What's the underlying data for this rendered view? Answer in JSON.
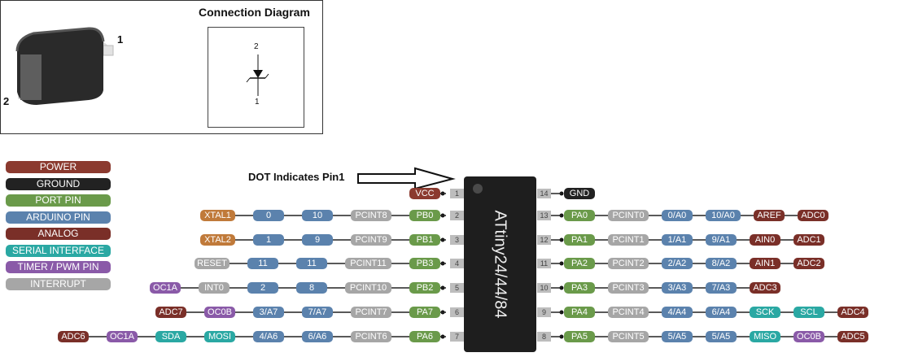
{
  "connection_diagram": {
    "title": "Connection Diagram",
    "package_pin_1": "1",
    "package_pin_2": "2",
    "symbol_pin_top": "2",
    "symbol_pin_bottom": "1"
  },
  "legend": [
    {
      "label": "POWER",
      "color": "#8b3a2f"
    },
    {
      "label": "GROUND",
      "color": "#222222"
    },
    {
      "label": "PORT PIN",
      "color": "#6a9a4a"
    },
    {
      "label": "ARDUINO PIN",
      "color": "#5b82ad"
    },
    {
      "label": "ANALOG",
      "color": "#7a2f28"
    },
    {
      "label": "SERIAL INTERFACE",
      "color": "#2aa8a3"
    },
    {
      "label": "TIMER / PWM PIN",
      "color": "#8a5aa8"
    },
    {
      "label": "INTERRUPT",
      "color": "#a6a6a6"
    }
  ],
  "note": "DOT Indicates Pin1",
  "chip": {
    "name": "ATtiny24/44/84"
  },
  "left_pins": [
    {
      "num": "1",
      "labels": [
        {
          "text": "VCC",
          "kind": "power"
        }
      ]
    },
    {
      "num": "2",
      "labels": [
        {
          "text": "PB0",
          "kind": "port"
        },
        {
          "text": "PCINT8",
          "kind": "interrupt"
        },
        {
          "text": "10",
          "kind": "arduino"
        },
        {
          "text": "0",
          "kind": "arduino"
        },
        {
          "text": "XTAL1",
          "kind": "xtal"
        }
      ]
    },
    {
      "num": "3",
      "labels": [
        {
          "text": "PB1",
          "kind": "port"
        },
        {
          "text": "PCINT9",
          "kind": "interrupt"
        },
        {
          "text": "9",
          "kind": "arduino"
        },
        {
          "text": "1",
          "kind": "arduino"
        },
        {
          "text": "XTAL2",
          "kind": "xtal"
        }
      ]
    },
    {
      "num": "4",
      "labels": [
        {
          "text": "PB3",
          "kind": "port"
        },
        {
          "text": "PCINT11",
          "kind": "interrupt"
        },
        {
          "text": "11",
          "kind": "arduino"
        },
        {
          "text": "11",
          "kind": "arduino"
        },
        {
          "text": "RESET",
          "kind": "interrupt"
        }
      ]
    },
    {
      "num": "5",
      "labels": [
        {
          "text": "PB2",
          "kind": "port"
        },
        {
          "text": "PCINT10",
          "kind": "interrupt"
        },
        {
          "text": "8",
          "kind": "arduino"
        },
        {
          "text": "2",
          "kind": "arduino"
        },
        {
          "text": "INT0",
          "kind": "interrupt"
        },
        {
          "text": "OC1A",
          "kind": "timer"
        }
      ]
    },
    {
      "num": "6",
      "labels": [
        {
          "text": "PA7",
          "kind": "port"
        },
        {
          "text": "PCINT7",
          "kind": "interrupt"
        },
        {
          "text": "7/A7",
          "kind": "arduino"
        },
        {
          "text": "3/A7",
          "kind": "arduino"
        },
        {
          "text": "OC0B",
          "kind": "timer"
        },
        {
          "text": "ADC7",
          "kind": "analog"
        }
      ]
    },
    {
      "num": "7",
      "labels": [
        {
          "text": "PA6",
          "kind": "port"
        },
        {
          "text": "PCINT6",
          "kind": "interrupt"
        },
        {
          "text": "6/A6",
          "kind": "arduino"
        },
        {
          "text": "4/A6",
          "kind": "arduino"
        },
        {
          "text": "MOSI",
          "kind": "serial"
        },
        {
          "text": "SDA",
          "kind": "serial"
        },
        {
          "text": "OC1A",
          "kind": "timer"
        },
        {
          "text": "ADC6",
          "kind": "analog"
        }
      ]
    }
  ],
  "right_pins": [
    {
      "num": "14",
      "labels": [
        {
          "text": "GND",
          "kind": "ground"
        }
      ]
    },
    {
      "num": "13",
      "labels": [
        {
          "text": "PA0",
          "kind": "port"
        },
        {
          "text": "PCINT0",
          "kind": "interrupt"
        },
        {
          "text": "0/A0",
          "kind": "arduino"
        },
        {
          "text": "10/A0",
          "kind": "arduino"
        },
        {
          "text": "AREF",
          "kind": "analog"
        },
        {
          "text": "ADC0",
          "kind": "analog"
        }
      ]
    },
    {
      "num": "12",
      "labels": [
        {
          "text": "PA1",
          "kind": "port"
        },
        {
          "text": "PCINT1",
          "kind": "interrupt"
        },
        {
          "text": "1/A1",
          "kind": "arduino"
        },
        {
          "text": "9/A1",
          "kind": "arduino"
        },
        {
          "text": "AIN0",
          "kind": "analog"
        },
        {
          "text": "ADC1",
          "kind": "analog"
        }
      ]
    },
    {
      "num": "11",
      "labels": [
        {
          "text": "PA2",
          "kind": "port"
        },
        {
          "text": "PCINT2",
          "kind": "interrupt"
        },
        {
          "text": "2/A2",
          "kind": "arduino"
        },
        {
          "text": "8/A2",
          "kind": "arduino"
        },
        {
          "text": "AIN1",
          "kind": "analog"
        },
        {
          "text": "ADC2",
          "kind": "analog"
        }
      ]
    },
    {
      "num": "10",
      "labels": [
        {
          "text": "PA3",
          "kind": "port"
        },
        {
          "text": "PCINT3",
          "kind": "interrupt"
        },
        {
          "text": "3/A3",
          "kind": "arduino"
        },
        {
          "text": "7/A3",
          "kind": "arduino"
        },
        {
          "text": "ADC3",
          "kind": "analog"
        }
      ]
    },
    {
      "num": "9",
      "labels": [
        {
          "text": "PA4",
          "kind": "port"
        },
        {
          "text": "PCINT4",
          "kind": "interrupt"
        },
        {
          "text": "4/A4",
          "kind": "arduino"
        },
        {
          "text": "6/A4",
          "kind": "arduino"
        },
        {
          "text": "SCK",
          "kind": "serial"
        },
        {
          "text": "SCL",
          "kind": "serial"
        },
        {
          "text": "ADC4",
          "kind": "analog"
        }
      ]
    },
    {
      "num": "8",
      "labels": [
        {
          "text": "PA5",
          "kind": "port"
        },
        {
          "text": "PCINT5",
          "kind": "interrupt"
        },
        {
          "text": "5/A5",
          "kind": "arduino"
        },
        {
          "text": "5/A5",
          "kind": "arduino"
        },
        {
          "text": "MISO",
          "kind": "serial"
        },
        {
          "text": "OC0B",
          "kind": "timer"
        },
        {
          "text": "ADC5",
          "kind": "analog"
        }
      ]
    }
  ],
  "colors": {
    "power": "#8b3a2f",
    "ground": "#222222",
    "port": "#6a9a4a",
    "arduino": "#5b82ad",
    "analog": "#7a2f28",
    "serial": "#2aa8a3",
    "timer": "#8a5aa8",
    "interrupt": "#a6a6a6",
    "xtal": "#c07a3a"
  }
}
